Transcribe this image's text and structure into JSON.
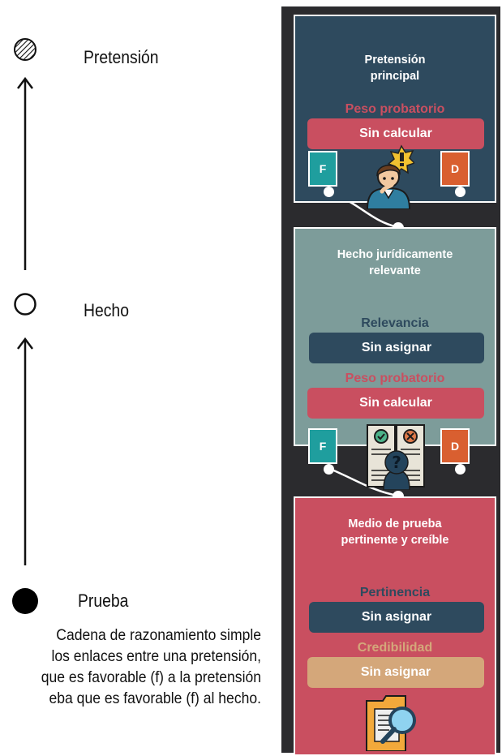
{
  "left_diagram": {
    "nodes": [
      {
        "id": "claim",
        "label": "Pretensión",
        "symbol": "hatched-circle"
      },
      {
        "id": "fact",
        "label": "Hecho",
        "symbol": "open-circle"
      },
      {
        "id": "evidence",
        "label": "Prueba",
        "symbol": "filled-circle"
      }
    ],
    "caption_lines": [
      "Cadena de razonamiento simple",
      "los enlaces entre una pretensión,",
      "que es favorable (f) a la pretensión",
      "eba que es favorable (f) al hecho."
    ]
  },
  "app_panel": {
    "colors": {
      "background": "#2b2b2e",
      "claim_card": "#2e4a5e",
      "fact_card": "#7d9c9a",
      "evidence_card": "#c94f60",
      "pill_red": "#c94f60",
      "pill_navy": "#2e4a5e",
      "pill_tan": "#d4a77a",
      "port_teal": "#1f9e9e",
      "port_orange": "#d95f30"
    },
    "claim_card": {
      "title_line1": "Pretensión",
      "title_line2": "principal",
      "weight_label": "Peso probatorio",
      "weight_value": "Sin calcular",
      "port_f": "F",
      "port_d": "D",
      "icon": "thinking-person-icon"
    },
    "fact_card": {
      "title_line1": "Hecho jurídicamente",
      "title_line2": "relevante",
      "relevance_label": "Relevancia",
      "relevance_value": "Sin asignar",
      "weight_label": "Peso probatorio",
      "weight_value": "Sin calcular",
      "port_f": "F",
      "port_d": "D",
      "icon": "checklist-question-icon"
    },
    "evidence_card": {
      "title_line1": "Medio de prueba",
      "title_line2": "pertinente y creíble",
      "pertinence_label": "Pertinencia",
      "pertinence_value": "Sin asignar",
      "credibility_label": "Credibilidad",
      "credibility_value": "Sin asignar",
      "icon": "document-magnifier-icon"
    }
  }
}
